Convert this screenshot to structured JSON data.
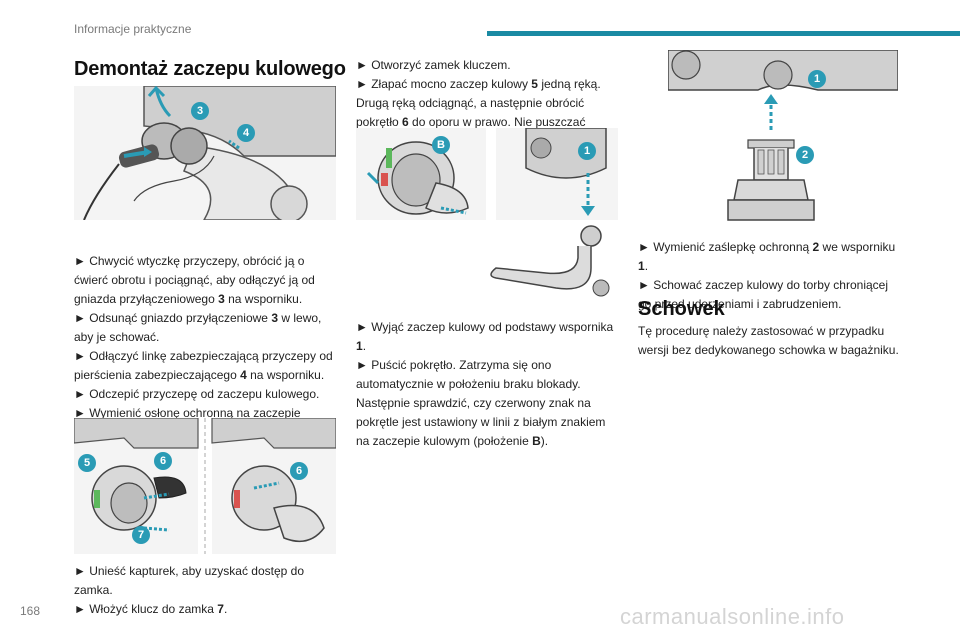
{
  "header": {
    "title": "Informacje praktyczne"
  },
  "page_number": "168",
  "watermark": "carmanualsonline.info",
  "col1": {
    "title": "Demontaż zaczepu kulowego",
    "fig1_badges": [
      "3",
      "4"
    ],
    "para1": [
      {
        "text": "► Chwycić wtyczkę przyczepy, obrócić ją o ćwierć obrotu i pociągnąć, aby odłączyć ją od gniazda przyłączeniowego ",
        "bold": "3",
        "after": " na wsporniku."
      },
      {
        "text": "► Odsunąć gniazdo przyłączeniowe ",
        "bold": "3",
        "after": " w lewo, aby je schować."
      },
      {
        "text": "► Odłączyć linkę zabezpieczającą przyczepy od pierścienia zabezpieczającego ",
        "bold": "4",
        "after": " na wsporniku."
      },
      {
        "text": "► Odczepić przyczepę od zaczepu kulowego.",
        "bold": "",
        "after": ""
      },
      {
        "text": "► Wymienić osłonę ochronną na zaczepie kulowym.",
        "bold": "",
        "after": ""
      }
    ],
    "fig2_badges": [
      "5",
      "6",
      "7",
      "6"
    ],
    "para2": [
      {
        "text": "► Unieść kapturek, aby uzyskać dostęp do zamka.",
        "bold": "",
        "after": ""
      },
      {
        "text": "► Włożyć klucz do zamka ",
        "bold": "7",
        "after": "."
      }
    ]
  },
  "col2": {
    "para1": [
      {
        "text": "► Otworzyć zamek kluczem.",
        "bold": "",
        "after": ""
      },
      {
        "text": "► Złapać mocno zaczep kulowy ",
        "bold": "5",
        "after": " jedną ręką. Drugą ręką odciągnąć, a następnie obrócić pokrętło "
      },
      {
        "text": "",
        "bold": "6",
        "after": " do oporu w prawo. Nie puszczać pokrętła."
      }
    ],
    "fig_badges": [
      "B",
      "1"
    ],
    "para2": [
      {
        "text": "► Wyjąć zaczep kulowy od podstawy wspornika ",
        "bold": "1",
        "after": "."
      },
      {
        "text": "► Puścić pokrętło. Zatrzyma się ono automatycznie w położeniu braku blokady. Następnie sprawdzić, czy czerwony znak na pokrętle jest ustawiony w linii z białym znakiem na zaczepie kulowym (położenie ",
        "bold": "B",
        "after": ")."
      }
    ]
  },
  "col3": {
    "fig_badges": [
      "1",
      "2"
    ],
    "para1": [
      {
        "text": "► Wymienić zaślepkę ochronną ",
        "bold": "2",
        "after": " we wsporniku "
      },
      {
        "text": "",
        "bold": "1",
        "after": "."
      },
      {
        "text": "► Schować zaczep kulowy do torby chroniącej go przed uderzeniami i zabrudzeniem.",
        "bold": "",
        "after": ""
      }
    ],
    "section_title": "Schowek",
    "para2": "Tę procedurę należy zastosować w przypadku wersji bez dedykowanego schowka w bagażniku."
  },
  "colors": {
    "accent": "#1a8aa3",
    "badge": "#2a9bb5",
    "arrow": "#2a9bb5"
  }
}
